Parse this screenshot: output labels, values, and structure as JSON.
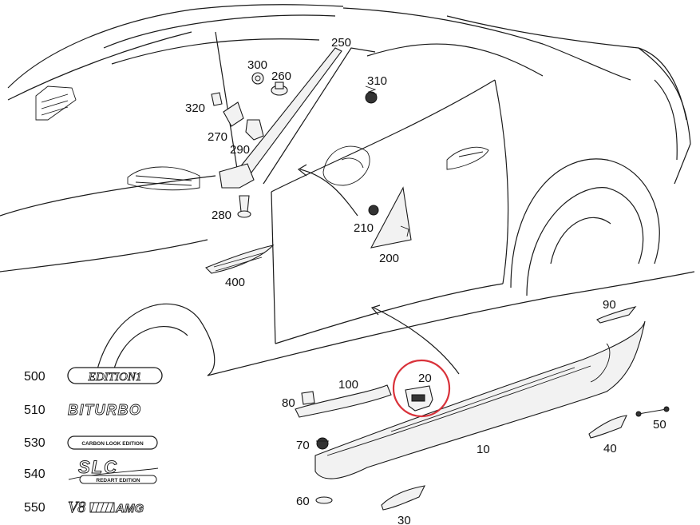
{
  "callouts": {
    "c250": "250",
    "c300": "300",
    "c260": "260",
    "c310": "310",
    "c320": "320",
    "c270": "270",
    "c290": "290",
    "c280": "280",
    "c210": "210",
    "c200": "200",
    "c400": "400",
    "c90": "90",
    "c20": "20",
    "c100": "100",
    "c80": "80",
    "c10": "10",
    "c70": "70",
    "c60": "60",
    "c30": "30",
    "c40": "40",
    "c50": "50"
  },
  "badges": [
    {
      "number": "500",
      "text": "EDITION1"
    },
    {
      "number": "510",
      "text": "BITURBO"
    },
    {
      "number": "530",
      "text": "CARBON LOOK EDITION"
    },
    {
      "number": "540",
      "text": "SLC",
      "subtext": "REDART EDITION"
    },
    {
      "number": "550",
      "text": "V8",
      "subtext": "AMG"
    }
  ],
  "colors": {
    "highlight_circle": "#d9323a",
    "ink": "#1a1a1a"
  }
}
